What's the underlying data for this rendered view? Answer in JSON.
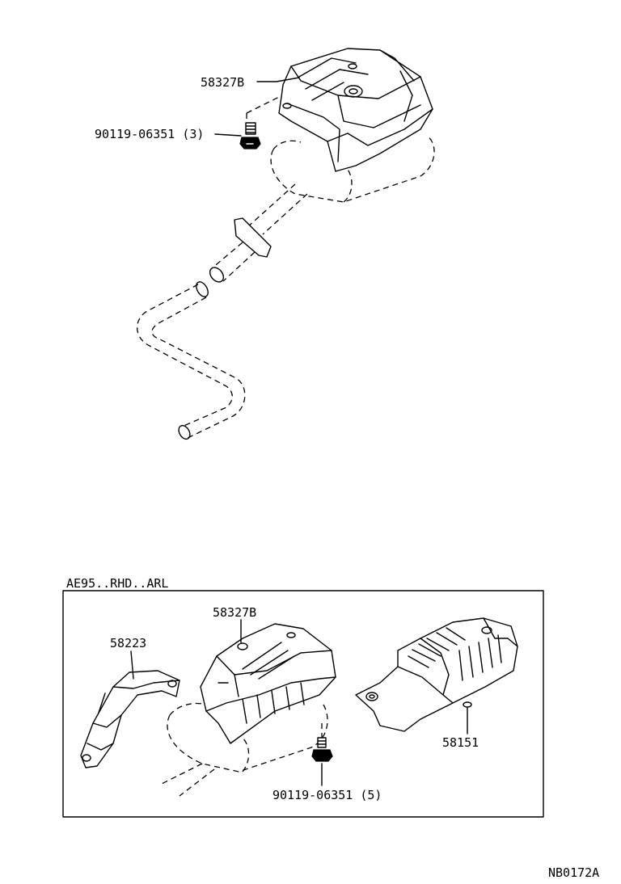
{
  "upper": {
    "cover_part": "58327B",
    "bolt_part": "90119-06351 (3)"
  },
  "inset": {
    "title": "AE95..RHD..ARL",
    "cover_part": "58327B",
    "bracket_part": "58223",
    "heat_insulator_part": "58151",
    "bolt_part": "90119-06351 (5)"
  },
  "figure_code": "NB0172A"
}
